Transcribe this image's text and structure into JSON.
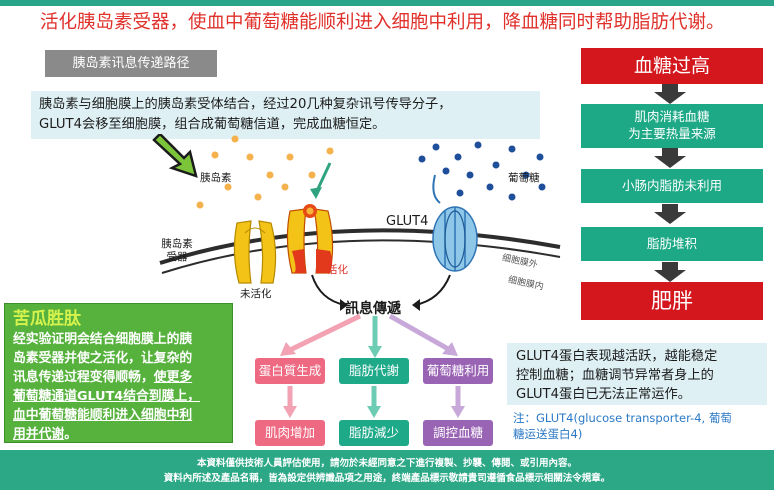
{
  "headline": "活化胰岛素受器，使血中葡萄糖能顺利进入细胞中利用，降血糖同时帮助脂肪代谢。",
  "pathway_title": "胰岛素讯息传递路径",
  "description_line1": "胰岛素与细胞膜上的胰岛素受体结合，经过20几种复杂讯号传导分子，",
  "description_line2": "GLUT4会移至细胞膜，组合成葡萄糖信道，完成血糖恒定。",
  "diagram": {
    "insulin_label": "胰岛素",
    "receptor_label": "胰岛素受器",
    "inactive_label": "未活化",
    "active_label": "活化",
    "glut4_label": "GLUT4",
    "glucose_label": "葡萄糖",
    "outside_label": "细胞膜外",
    "inside_label": "细胞膜内",
    "signal_label": "訊息傳遞"
  },
  "outcomes": [
    {
      "action": "蛋白質生成",
      "result": "肌肉增加",
      "color": "#ee6a82"
    },
    {
      "action": "脂肪代謝",
      "result": "脂肪減少",
      "color": "#1ea989"
    },
    {
      "action": "葡萄糖利用",
      "result": "調控血糖",
      "color": "#9a64b4"
    }
  ],
  "flow": [
    {
      "text": "血糖过高"
    },
    {
      "text": "肌肉消耗血糖",
      "text2": "为主要热量来源"
    },
    {
      "text": "小肠内脂肪未利用"
    },
    {
      "text": "脂肪堆积"
    },
    {
      "text": "肥胖"
    }
  ],
  "bitter_melon": {
    "title": "苦瓜胜肽",
    "line1": "经实验证明会结合细胞膜上的胰",
    "line2": "岛素受器并使之活化，让复杂的",
    "line3a": "讯息传递过程变得顺畅，",
    "line3b": "使更多",
    "line4": "葡萄糖通道GLUT4结合到膜上，",
    "line5": "血中葡萄糖能顺利进入细胞中利",
    "line6": "用并代谢",
    "line6end": "。"
  },
  "glut4_note": {
    "line1": "GLUT4蛋白表现越活跃，越能稳定",
    "line2": "控制血糖；血糖调节异常者身上的",
    "line3": "GLUT4蛋白已无法正常运作。"
  },
  "footnote": {
    "line1": "注：GLUT4(glucose transporter-4, 葡萄",
    "line2": "糖运送蛋白4)"
  },
  "footer": {
    "line1": "本資料僅供技術人員評估使用，請勿於未經同意之下進行複製、抄襲、傳閱、或引用內容。",
    "line2": "資料內所述及產品名稱，皆為設定供辨識品項之用途，終端產品標示敬請貴司遵循食品標示相關法令規章。"
  },
  "colors": {
    "red": "#d3171c",
    "teal": "#1da886",
    "green": "#56b23d",
    "headline": "#e0312b"
  }
}
